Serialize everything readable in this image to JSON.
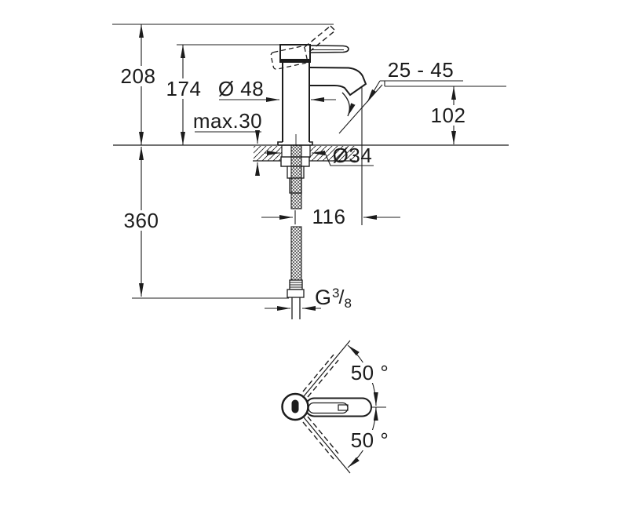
{
  "drawing": {
    "type": "technical-dimension-drawing",
    "subject": "single-lever basin faucet, front view and top view",
    "background_color": "#ffffff",
    "line_color": "#1c1c1c",
    "labels": {
      "total_height": "208",
      "body_height": "174",
      "body_diameter": "Ø 48",
      "max_deck_thickness": "max.30",
      "spout_stream_range": "25 - 45",
      "spout_height": "102",
      "hole_diameter": "Ø34",
      "spout_projection": "116",
      "hose_length": "360",
      "handle_angle_upper": "50 °",
      "handle_angle_lower": "50 °",
      "thread": {
        "letter": "G",
        "numerator": "3",
        "slash": "/",
        "denominator": "8"
      }
    }
  }
}
